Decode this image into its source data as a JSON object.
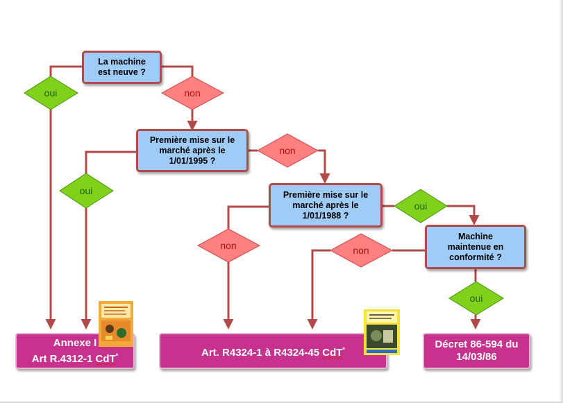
{
  "questions": {
    "q1": [
      "La machine",
      "est neuve ?"
    ],
    "q2": [
      "Première mise sur le",
      "marché après le",
      "1/01/1995 ?"
    ],
    "q3": [
      "Première mise sur le",
      "marché après le",
      "1/01/1988 ?"
    ],
    "q4": [
      "Machine",
      "maintenue en",
      "conformité ?"
    ]
  },
  "answers": {
    "oui": "oui",
    "non": "non"
  },
  "results": {
    "r1": {
      "line1": "Annexe I",
      "line2_prefix": "Art R.4312-1 ",
      "line2_ul": "CdT",
      "line2_sup": "*"
    },
    "r2": {
      "prefix": "Art. R4324-1 à R4324-45 ",
      "ul": "CdT",
      "sup": "*"
    },
    "r3": [
      "Décret 86-594 du",
      "14/03/86"
    ]
  },
  "colors": {
    "question_fill": "#9fcbf7",
    "question_border": "#b24a4a",
    "oui_fill": "#7fd11b",
    "non_fill": "#ff8080",
    "result_fill": "#c8328f",
    "connector": "#b24a4a"
  }
}
